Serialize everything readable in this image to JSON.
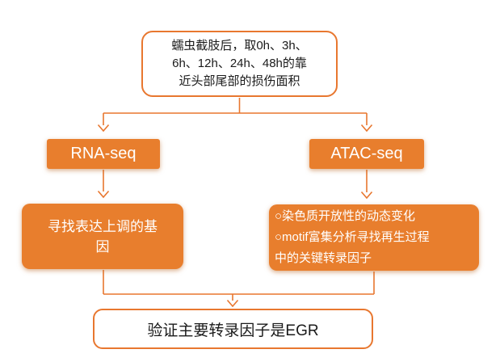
{
  "colors": {
    "accent_line": "#E8772F",
    "accent_fill": "#E87E2D",
    "dark_text": "#1A1A1A",
    "light_text": "#FFFFFF",
    "background": "#FFFFFF"
  },
  "flowchart": {
    "top_box": {
      "lines": [
        "蠕虫截肢后，取0h、3h、",
        "6h、12h、24h、48h的靠",
        "近头部尾部的损伤面积"
      ]
    },
    "rna_box": {
      "label": "RNA-seq"
    },
    "atac_box": {
      "label": "ATAC-seq"
    },
    "rna_result_box": {
      "lines": [
        "寻找表达上调的基",
        "因"
      ]
    },
    "atac_result_box": {
      "lines": [
        "○染色质开放性的动态变化",
        "○motif富集分析寻找再生过程",
        "中的关键转录因子"
      ]
    },
    "conclusion_box": {
      "label": "验证主要转录因子是EGR"
    }
  }
}
